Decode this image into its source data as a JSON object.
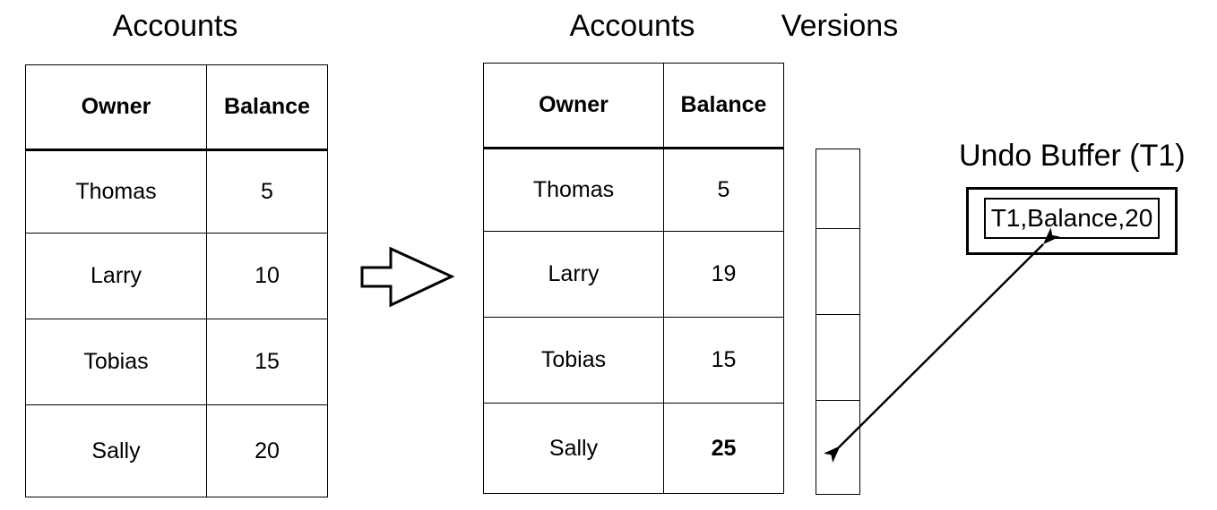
{
  "diagram": {
    "titles": {
      "accounts_before": "Accounts",
      "accounts_after": "Accounts",
      "versions": "Versions",
      "undo_buffer": "Undo Buffer (T1)"
    },
    "columns": [
      "Owner",
      "Balance"
    ],
    "before_table": {
      "caption": "Accounts",
      "headers": [
        "Owner",
        "Balance"
      ],
      "rows": [
        {
          "owner": "Thomas",
          "balance": "5",
          "bold": false
        },
        {
          "owner": "Larry",
          "balance": "10",
          "bold": false
        },
        {
          "owner": "Tobias",
          "balance": "15",
          "bold": false
        },
        {
          "owner": "Sally",
          "balance": "20",
          "bold": false
        }
      ]
    },
    "after_table": {
      "caption": "Accounts",
      "headers": [
        "Owner",
        "Balance"
      ],
      "rows": [
        {
          "owner": "Thomas",
          "balance": "5",
          "bold": false
        },
        {
          "owner": "Larry",
          "balance": "19",
          "bold": false
        },
        {
          "owner": "Tobias",
          "balance": "15",
          "bold": false
        },
        {
          "owner": "Sally",
          "balance": "25",
          "bold": true
        }
      ]
    },
    "versions": {
      "caption": "Versions",
      "cells": [
        "",
        "",
        "",
        ""
      ],
      "linked_cell_index": 3
    },
    "undo_buffer": {
      "caption": "Undo Buffer (T1)",
      "entries": [
        "T1,Balance,20"
      ]
    },
    "arrows": {
      "transition": "block-arrow-right",
      "link": "double-headed-arrow"
    },
    "colors": {
      "stroke": "#000000",
      "background": "#ffffff",
      "text": "#000000"
    }
  }
}
